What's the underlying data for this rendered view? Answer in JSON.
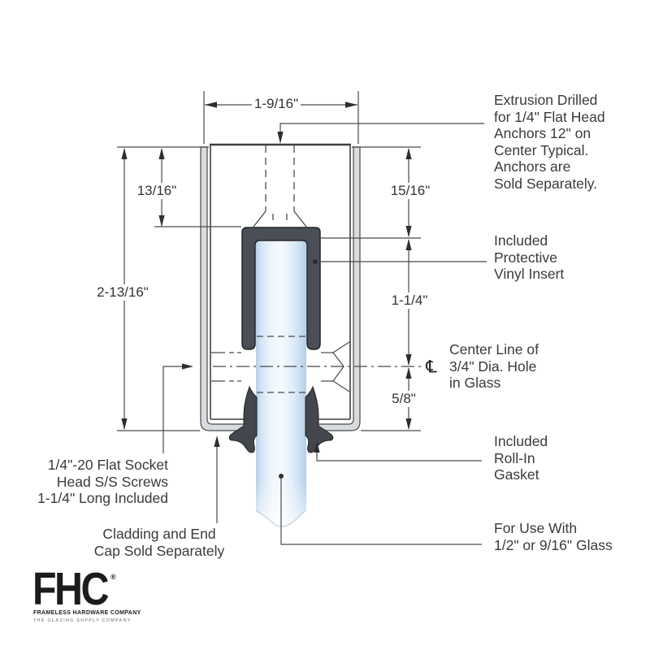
{
  "dims": {
    "top_width": "1-9/16\"",
    "left_hole_depth": "13/16\"",
    "left_overall": "2-13/16\"",
    "right_top": "15/16\"",
    "right_middle": "1-1/4\"",
    "right_bottom": "5/8\"",
    "centerline_symbol": "℄"
  },
  "callouts": {
    "extrusion_drilled": "Extrusion Drilled\nfor 1/4\" Flat Head\nAnchors 12\" on\nCenter Typical.\nAnchors are\nSold Separately.",
    "vinyl_insert": "Included\nProtective\nVinyl Insert",
    "centerline_note": "Center Line of\n3/4\" Dia. Hole\nin Glass",
    "roll_in_gasket": "Included\nRoll-In\nGasket",
    "glass_compat": "For Use With\n1/2\" or 9/16\" Glass",
    "screws": "1/4\"-20 Flat Socket\nHead S/S Screws\n1-1/4\" Long Included",
    "cladding": "Cladding and End\nCap Sold Separately"
  },
  "logo": {
    "brand": "FHC",
    "registered_mark": "®",
    "subtitle": "FRAMELESS HARDWARE COMPANY",
    "tagline": "THE GLAZING SUPPLY COMPANY"
  },
  "colors": {
    "line": "#4a4a4a",
    "text": "#3a3a3a",
    "vinyl_insert_fill": "#4a4e56",
    "gasket_fill": "#43464d",
    "cladding_fill": "#d8dbdf",
    "glass_edge": "#b5d0ea",
    "glass_center": "#f5fafd"
  }
}
